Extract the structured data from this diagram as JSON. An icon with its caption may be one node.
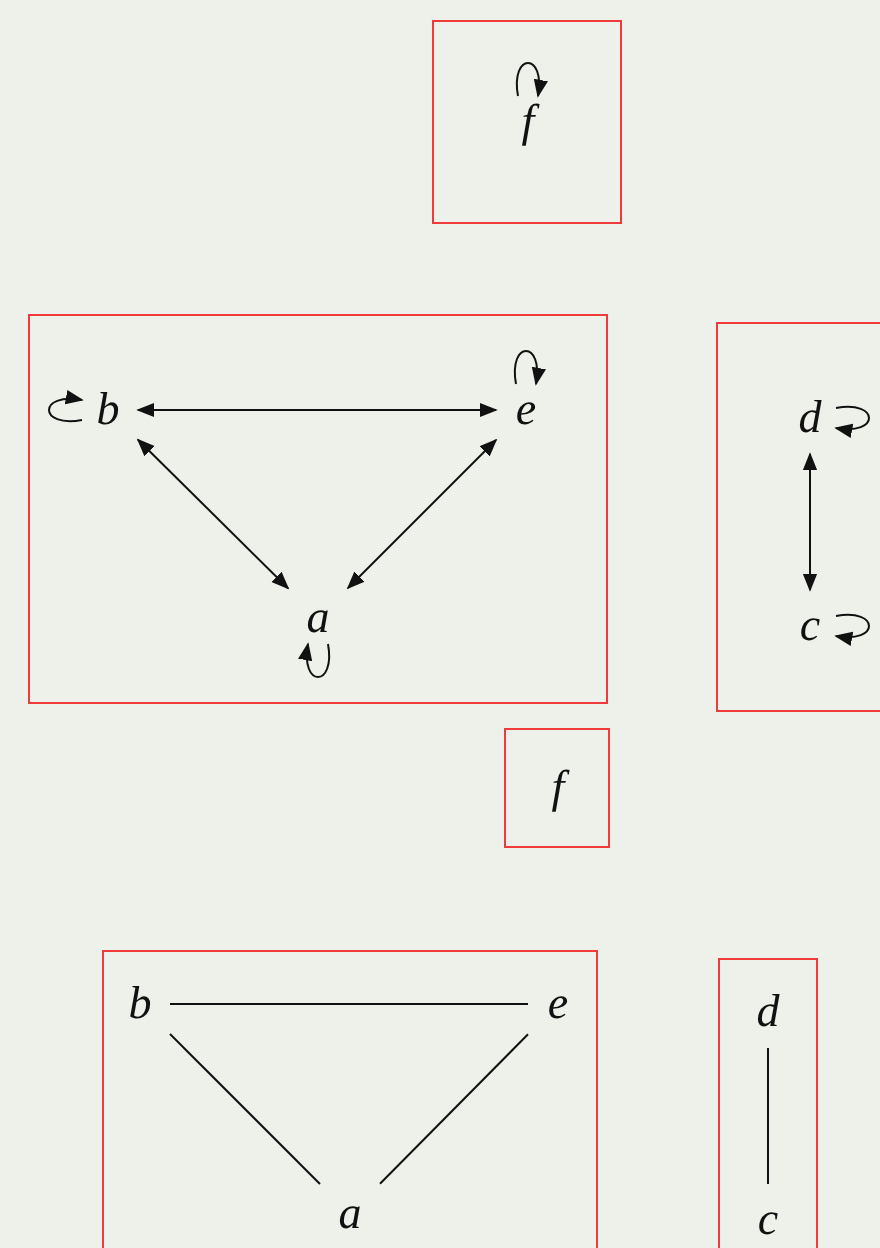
{
  "diagram": {
    "nodes": [
      {
        "text": [],
        "shape": "box"
      },
      {
        "text": [
          "f"
        ],
        "in": 0
      },
      {
        "text": [],
        "shape": "box"
      },
      {
        "text": [
          "b"
        ],
        "in": 2
      },
      {
        "text": [
          "e"
        ],
        "in": 2
      },
      {
        "text": [
          "a"
        ],
        "in": 2
      },
      {
        "text": [],
        "shape": "box"
      },
      {
        "text": [
          "d"
        ],
        "in": 6
      },
      {
        "text": [
          "c"
        ],
        "in": 6
      },
      {
        "text": [],
        "shape": "box"
      },
      {
        "text": [
          "f"
        ],
        "in": 9
      },
      {
        "text": [],
        "shape": "box"
      },
      {
        "text": [
          "b"
        ],
        "in": 11
      },
      {
        "text": [
          "e"
        ],
        "in": 11
      },
      {
        "text": [
          "a"
        ],
        "in": 11
      },
      {
        "text": [],
        "shape": "box"
      },
      {
        "text": [
          "d"
        ],
        "in": 15
      },
      {
        "text": [
          "c"
        ],
        "in": 15
      }
    ],
    "edges": [
      {
        "from": 1,
        "to": 1,
        "arrow": "to"
      },
      {
        "from": 3,
        "to": 3,
        "arrow": "to"
      },
      {
        "from": 4,
        "to": 4,
        "arrow": "to"
      },
      {
        "from": 3,
        "to": 4,
        "arrow": "both"
      },
      {
        "from": 3,
        "to": 5,
        "arrow": "both"
      },
      {
        "from": 4,
        "to": 5,
        "arrow": "both"
      },
      {
        "from": 5,
        "to": 5,
        "arrow": "to"
      },
      {
        "from": 7,
        "to": 7,
        "arrow": "to"
      },
      {
        "from": 7,
        "to": 8,
        "arrow": "both"
      },
      {
        "from": 8,
        "to": 8,
        "arrow": "to"
      },
      {
        "from": 12,
        "to": 13,
        "arrow": "none"
      },
      {
        "from": 12,
        "to": 14,
        "arrow": "none"
      },
      {
        "from": 13,
        "to": 14,
        "arrow": "none"
      },
      {
        "from": 16,
        "to": 17,
        "arrow": "none"
      }
    ]
  }
}
